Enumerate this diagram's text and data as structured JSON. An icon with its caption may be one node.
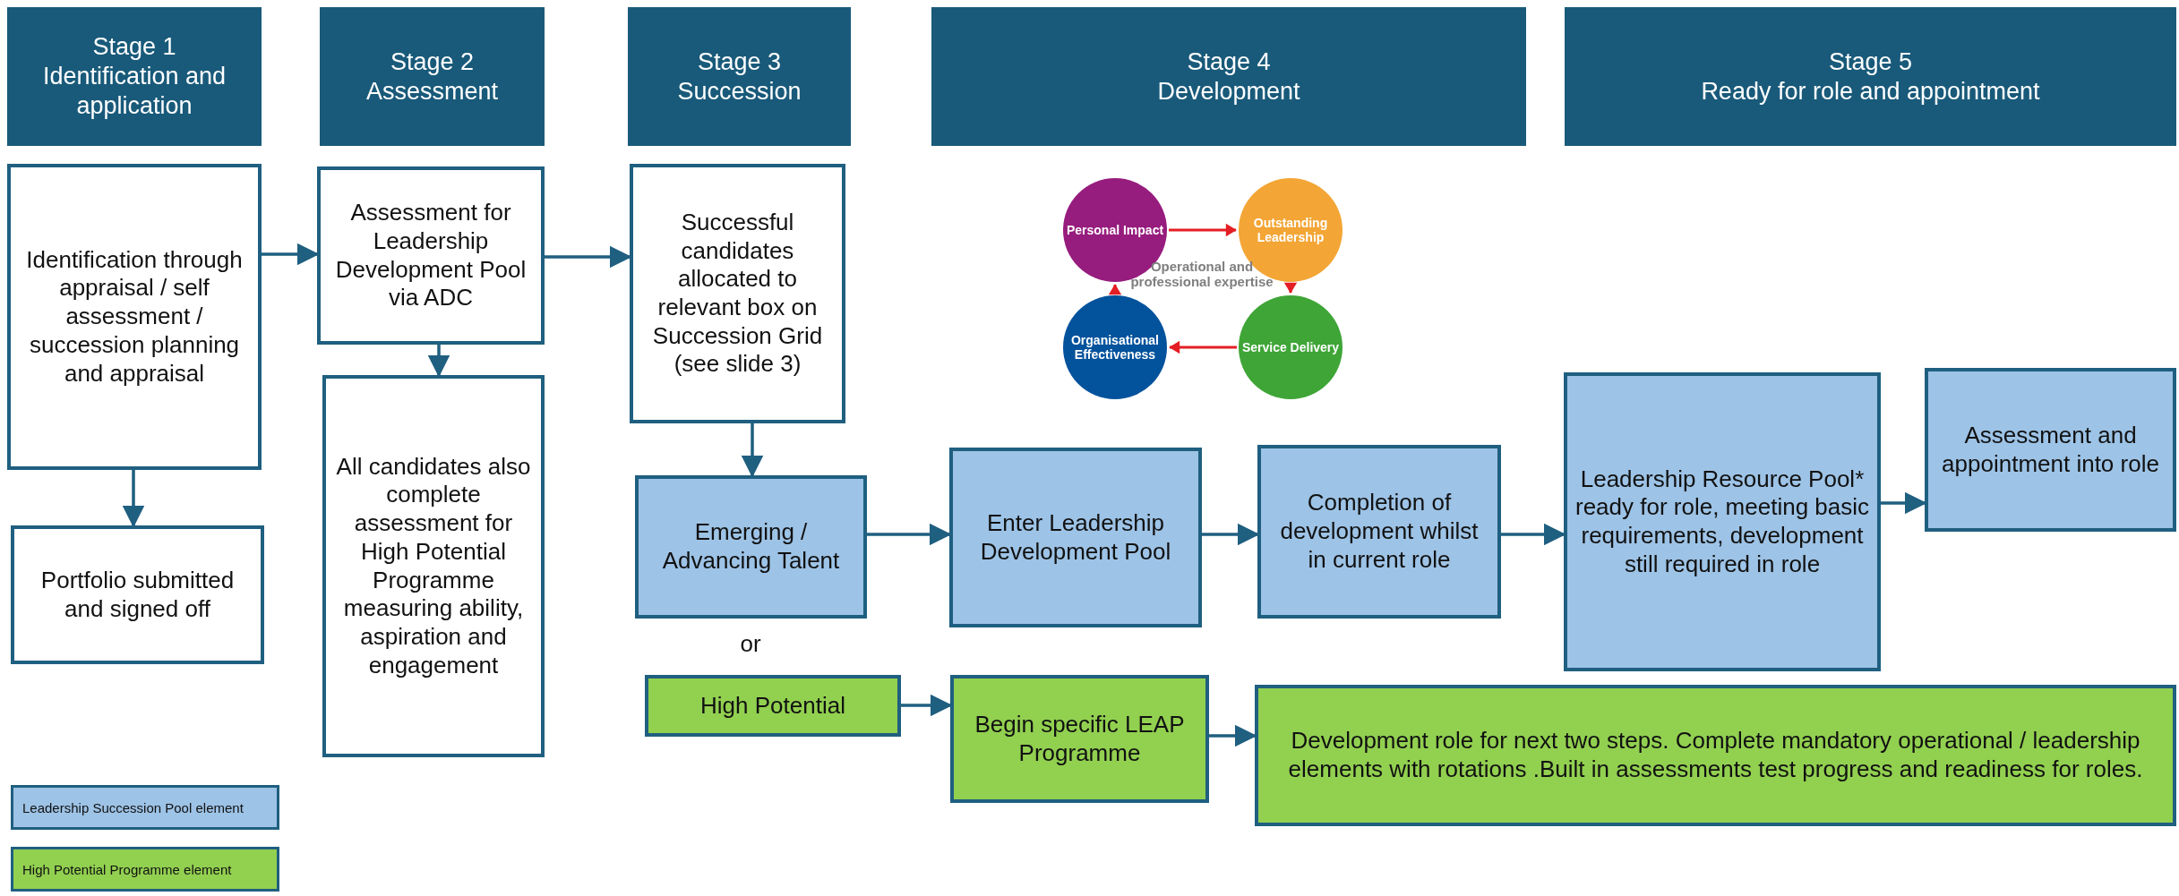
{
  "diagram": {
    "nodes": [
      {
        "text": [
          "Stage 1",
          "Identification and application"
        ]
      },
      {
        "text": [
          "Stage 2",
          "Assessment"
        ]
      },
      {
        "text": [
          "Stage 3",
          "Succession"
        ]
      },
      {
        "text": [
          "Stage 4",
          "Development"
        ]
      },
      {
        "text": [
          "Stage 5",
          "Ready for role and appointment"
        ]
      },
      {
        "text": [
          "Identification through appraisal / self assessment / succession planning and appraisal"
        ]
      },
      {
        "text": [
          "Assessment for Leadership Development Pool via ADC"
        ]
      },
      {
        "text": [
          "Successful candidates allocated to relevant box on Succession Grid (see slide 3)"
        ]
      },
      {
        "text": [
          "Personal Impact"
        ]
      },
      {
        "text": [
          "Outstanding Leadership"
        ]
      },
      {
        "text": [
          "Organisational Effectiveness"
        ]
      },
      {
        "text": [
          "Service Delivery"
        ]
      },
      {
        "text": [
          "Assessment and appointment into role"
        ]
      },
      {
        "text": [
          "Leadership Resource Pool* ready for role, meeting basic requirements, development still required in role"
        ]
      },
      {
        "text": [
          "All candidates also complete assessment for High Potential Programme measuring ability, aspiration and engagement"
        ]
      },
      {
        "text": [
          "Emerging / Advancing Talent"
        ]
      },
      {
        "text": [
          "Enter Leadership Development Pool"
        ]
      },
      {
        "text": [
          "Completion of development whilst in current role"
        ]
      },
      {
        "text": [
          "Portfolio submitted and signed off"
        ]
      },
      {
        "text": [
          "High Potential"
        ]
      },
      {
        "text": [
          "Begin specific LEAP Programme"
        ]
      },
      {
        "text": [
          "Development role for next two steps. Complete mandatory operational / leadership elements with rotations .Built in assessments test progress and readiness for roles."
        ]
      }
    ],
    "edges": [
      {
        "from": 5,
        "to": 18,
        "arrow": "to"
      },
      {
        "from": 5,
        "to": 6,
        "arrow": "to"
      },
      {
        "from": 6,
        "to": 14,
        "arrow": "to"
      },
      {
        "from": 6,
        "to": 7,
        "arrow": "to"
      },
      {
        "from": 7,
        "to": 15,
        "arrow": "to"
      },
      {
        "from": 15,
        "to": 16,
        "arrow": "to"
      },
      {
        "from": 16,
        "to": 17,
        "arrow": "to"
      },
      {
        "from": 17,
        "to": 13,
        "arrow": "to"
      },
      {
        "from": 13,
        "to": 12,
        "arrow": "to"
      },
      {
        "from": 19,
        "to": 20,
        "arrow": "to"
      },
      {
        "from": 20,
        "to": 21,
        "arrow": "to"
      },
      {
        "from": 8,
        "to": 9,
        "arrow": "to",
        "color": "#e31e24"
      },
      {
        "from": 9,
        "to": 11,
        "arrow": "to",
        "color": "#e31e24"
      },
      {
        "from": 11,
        "to": 10,
        "arrow": "to",
        "color": "#e31e24"
      },
      {
        "from": 10,
        "to": 8,
        "arrow": "to",
        "color": "#e31e24"
      }
    ],
    "labels": [
      "Operational and professional expertise",
      "or"
    ],
    "legend": [
      {
        "text": "Leadership Succession Pool element",
        "color": "#9dc3e6"
      },
      {
        "text": "High Potential Programme element",
        "color": "#92d050"
      }
    ]
  }
}
